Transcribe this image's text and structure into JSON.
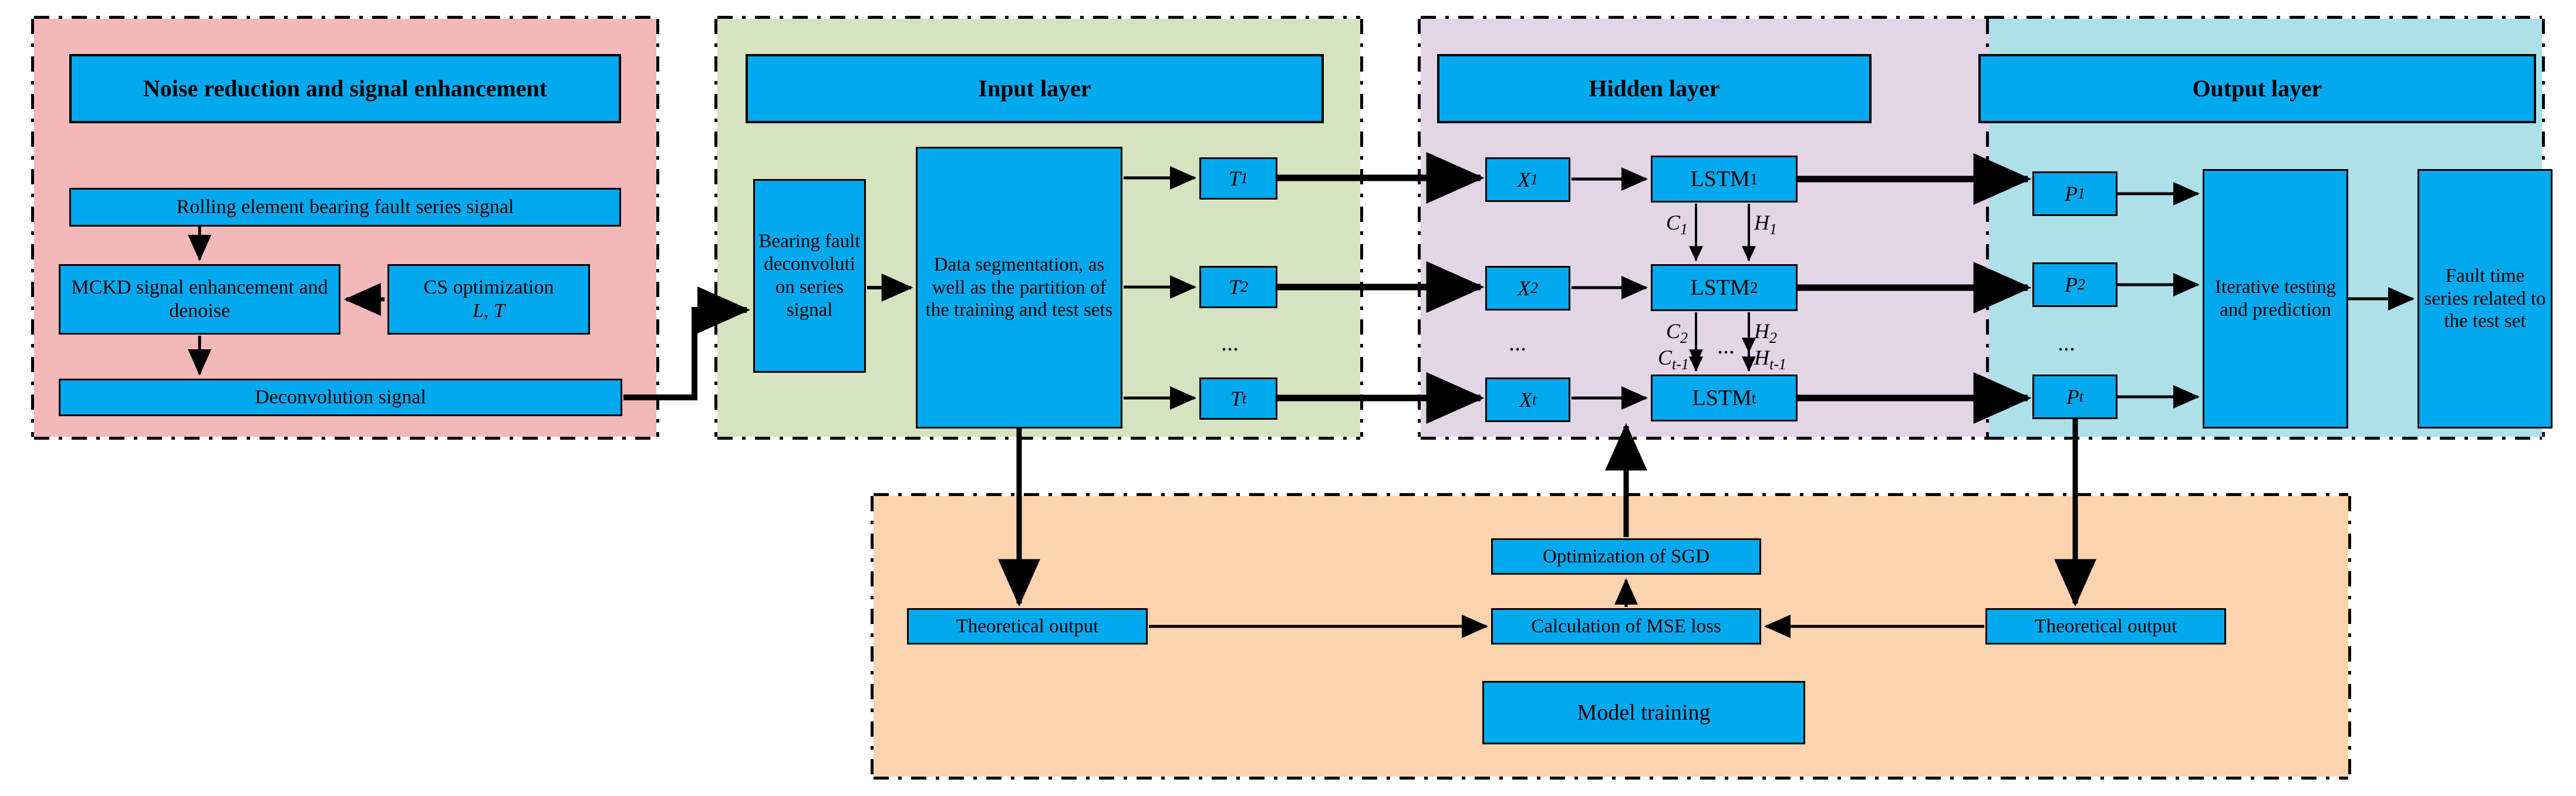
{
  "diagram": {
    "title_font_note": "serif",
    "colors": {
      "panel_noise": "#F3B8BA",
      "panel_input": "#D6E3C0",
      "panel_hidden": "#E2D5E6",
      "panel_output": "#AEE0EA",
      "panel_training": "#FBD3AF",
      "box_fill": "#03A9EF",
      "stroke": "#000000"
    }
  },
  "panels": {
    "noise": {
      "title": "Noise reduction and signal enhancement",
      "boxes": {
        "signal": "Rolling element bearing fault series signal",
        "mckd": "MCKD signal enhancement and denoise",
        "cs_line1": "CS optimization",
        "cs_line2": "L, T",
        "deconv": "Deconvolution signal"
      }
    },
    "input": {
      "title": "Input layer",
      "boxes": {
        "bearing": "Bearing fault deconvoluti on series signal",
        "segmentation": "Data segmentation, as well as the partition of the training and test sets"
      },
      "tokens": [
        {
          "base": "T",
          "sub": "1"
        },
        {
          "base": "T",
          "sub": "2"
        },
        {
          "base": "T",
          "sub": "t"
        }
      ],
      "ellipsis": "..."
    },
    "hidden": {
      "title": "Hidden layer",
      "inputs": [
        {
          "base": "X",
          "sub": "1"
        },
        {
          "base": "X",
          "sub": "2"
        },
        {
          "base": "X",
          "sub": "t"
        }
      ],
      "cells": [
        {
          "base": "LSTM",
          "sub": "1"
        },
        {
          "base": "LSTM",
          "sub": "2"
        },
        {
          "base": "LSTM",
          "sub": "t"
        }
      ],
      "state_labels": [
        {
          "c_base": "C",
          "c_sub": "1",
          "h_base": "H",
          "h_sub": "1"
        },
        {
          "c_base": "C",
          "c_sub": "2",
          "h_base": "H",
          "h_sub": "2"
        },
        {
          "c_base": "C",
          "c_sub": "t-1",
          "h_base": "H",
          "h_sub": "t-1"
        }
      ],
      "ellipsis_left": "...",
      "ellipsis_mid": "..."
    },
    "output": {
      "title": "Output layer",
      "tokens": [
        {
          "base": "P",
          "sub": "1"
        },
        {
          "base": "P",
          "sub": "2"
        },
        {
          "base": "P",
          "sub": "t"
        }
      ],
      "ellipsis": "...",
      "boxes": {
        "iterative": "Iterative testing and prediction",
        "fault_series": "Fault time series related to the test set"
      }
    },
    "training": {
      "boxes": {
        "theoretical_left": "Theoretical output",
        "optimization": "Optimization of SGD",
        "mse": "Calculation of MSE loss",
        "theoretical_right": "Theoretical output",
        "model_training": "Model training"
      }
    }
  }
}
